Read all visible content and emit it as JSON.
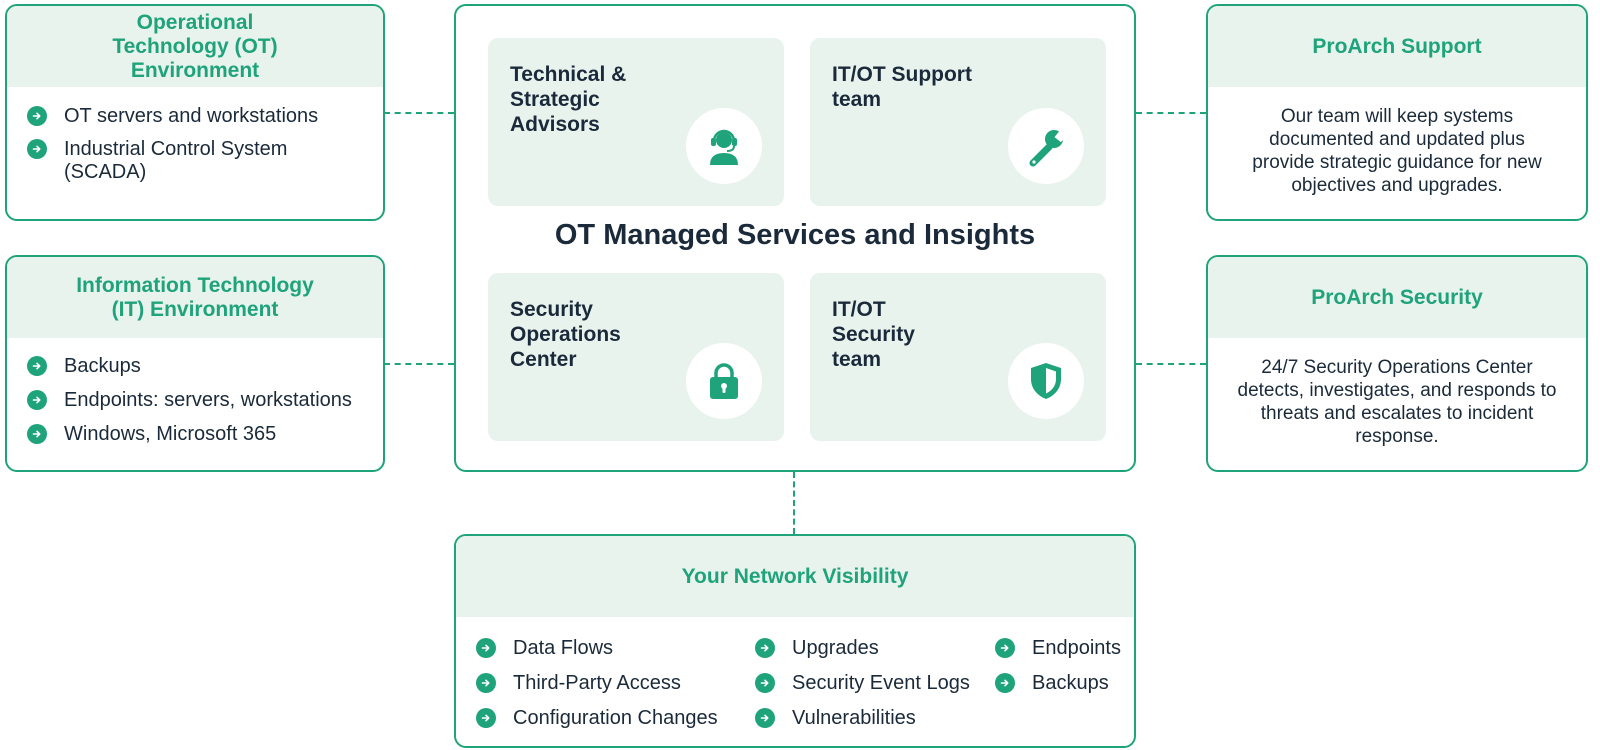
{
  "ot_environment": {
    "title": "Operational Technology (OT) Environment",
    "items": [
      "OT servers and workstations",
      "Industrial Control System (SCADA)"
    ]
  },
  "it_environment": {
    "title": "Information Technology (IT) Environment",
    "items": [
      "Backups",
      "Endpoints: servers, workstations",
      "Windows, Microsoft 365"
    ]
  },
  "center": {
    "title": "OT Managed Services and Insights",
    "tiles": [
      {
        "label": "Technical &\nStrategic\nAdvisors",
        "icon": "headset-agent-icon"
      },
      {
        "label": "IT/OT Support\nteam",
        "icon": "wrench-icon"
      },
      {
        "label": "Security\nOperations\nCenter",
        "icon": "padlock-icon"
      },
      {
        "label": "IT/OT\nSecurity\nteam",
        "icon": "shield-icon"
      }
    ]
  },
  "support": {
    "title": "ProArch Support",
    "description": "Our team will keep systems documented and updated plus provide strategic guidance for new objectives and upgrades."
  },
  "security": {
    "title": "ProArch Security",
    "description": "24/7 Security Operations Center detects, investigates, and responds to threats and escalates to incident response."
  },
  "visibility": {
    "title": "Your Network Visibility",
    "columns": [
      [
        "Data Flows",
        "Third-Party Access",
        "Configuration Changes"
      ],
      [
        "Upgrades",
        "Security Event Logs",
        "Vulnerabilities"
      ],
      [
        "Endpoints",
        "Backups"
      ]
    ]
  },
  "colors": {
    "accent": "#1fa37a",
    "tile_bg": "#e9f3ee",
    "text": "#1b2a3a"
  }
}
